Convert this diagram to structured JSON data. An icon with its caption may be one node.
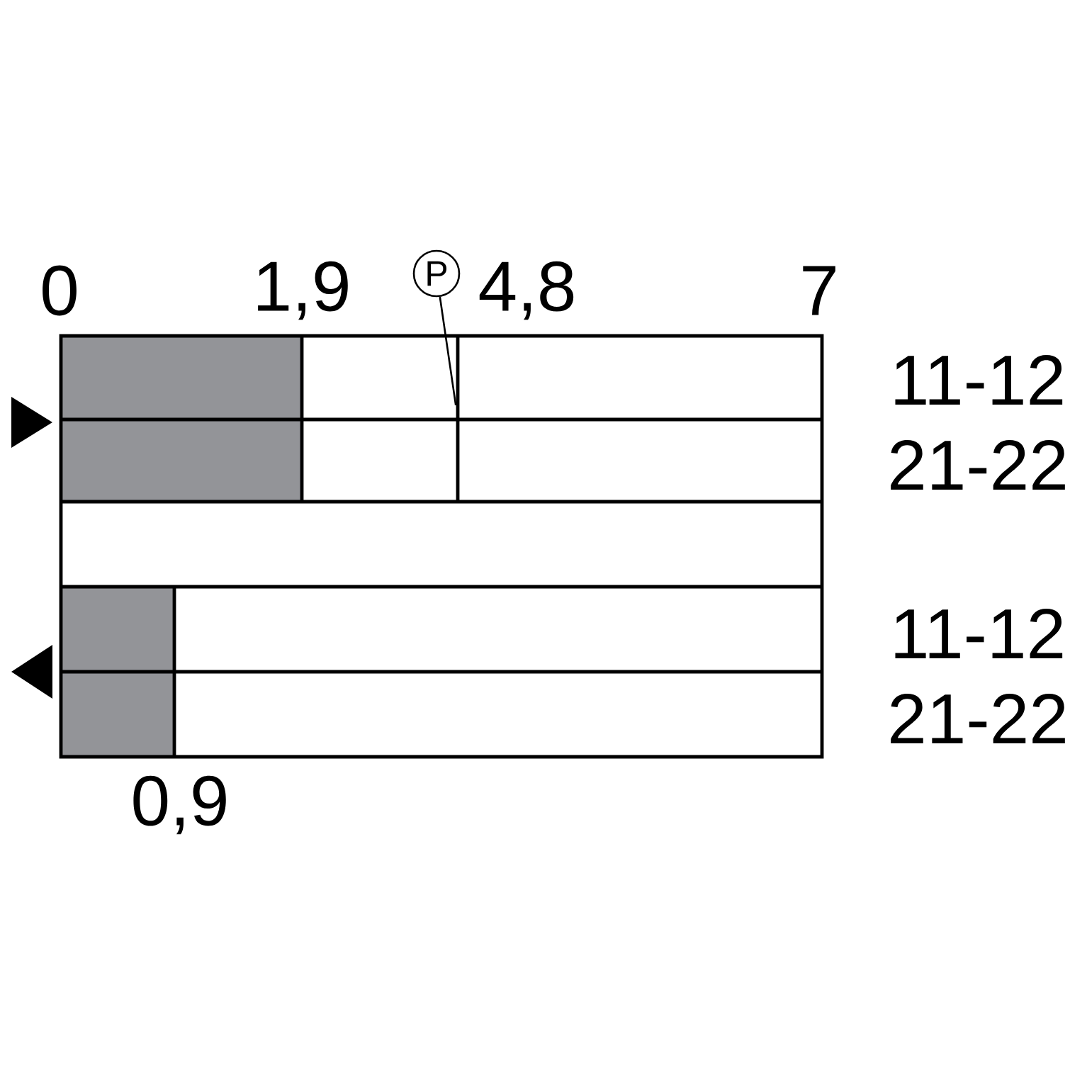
{
  "diagram": {
    "nodes": [
      {
        "text": [
          "P"
        ]
      },
      {
        "text": [],
        "shape": "line"
      }
    ],
    "edges": [
      {
        "from": 0,
        "to": 1,
        "arrow": "none"
      }
    ],
    "labels": [
      "0",
      "1,9",
      "4,8",
      "7",
      "11-12",
      "21-22",
      "11-12",
      "21-22",
      "0,9"
    ]
  }
}
